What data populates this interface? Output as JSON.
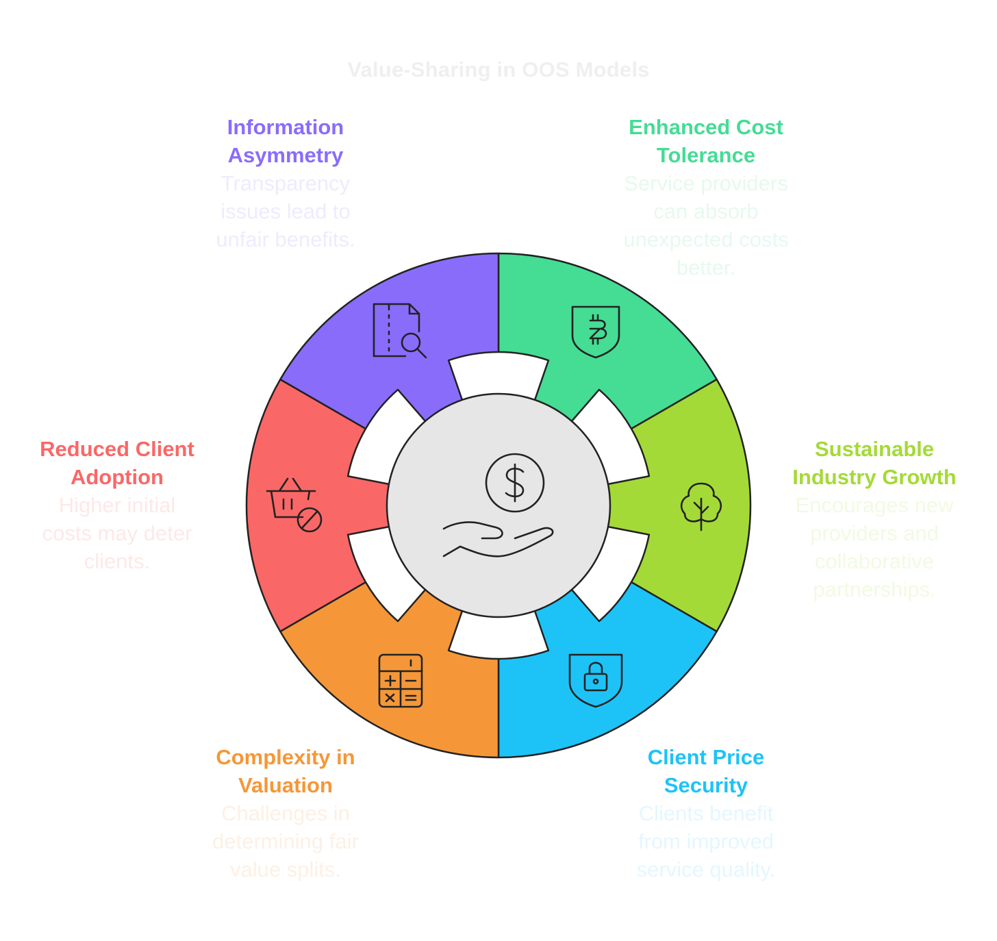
{
  "title": "Value-Sharing in OOS Models",
  "segments": [
    {
      "heading_lines": [
        "Enhanced Cost",
        "Tolerance"
      ],
      "description_lines": [
        "Service providers",
        "can absorb",
        "unexpected costs",
        "better."
      ],
      "color": "#45dc94",
      "pale_color": "#e7f9ef",
      "icon": "bitcoin-shield-icon"
    },
    {
      "heading_lines": [
        "Sustainable",
        "Industry Growth"
      ],
      "description_lines": [
        "Encourages new",
        "providers and",
        "collaborative",
        "partnerships."
      ],
      "color": "#a4da37",
      "pale_color": "#f2fae2",
      "icon": "tree-icon"
    },
    {
      "heading_lines": [
        "Client Price",
        "Security"
      ],
      "description_lines": [
        "Clients benefit",
        "from improved",
        "service quality."
      ],
      "color": "#1dc3f7",
      "pale_color": "#e4f7fe",
      "icon": "lock-shield-icon"
    },
    {
      "heading_lines": [
        "Complexity in",
        "Valuation"
      ],
      "description_lines": [
        "Challenges in",
        "determining fair",
        "value splits."
      ],
      "color": "#f59738",
      "pale_color": "#fdf0e4",
      "icon": "calculator-icon"
    },
    {
      "heading_lines": [
        "Reduced Client",
        "Adoption"
      ],
      "description_lines": [
        "Higher initial",
        "costs may deter",
        "clients."
      ],
      "color": "#fa6767",
      "pale_color": "#fee8e8",
      "icon": "basket-blocked-icon"
    },
    {
      "heading_lines": [
        "Information",
        "Asymmetry"
      ],
      "description_lines": [
        "Transparency",
        "issues lead to",
        "unfair benefits."
      ],
      "color": "#8a6cfb",
      "pale_color": "#efebfe",
      "icon": "document-search-icon"
    }
  ],
  "center": {
    "icon": "hand-dollar-icon",
    "fill": "#e6e6e6"
  }
}
